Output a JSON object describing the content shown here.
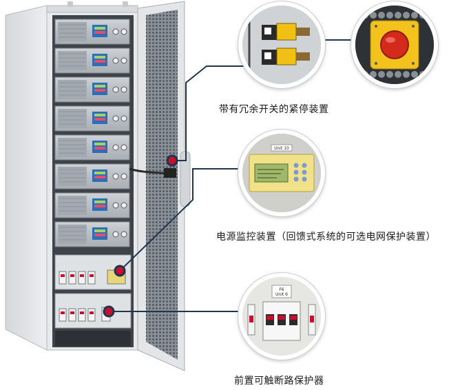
{
  "callouts": {
    "emergency_stop": {
      "label": "带有冗余开关的紧停装置"
    },
    "monitor": {
      "label": "电源监控装置（回馈式系统的可选电网保护装置）",
      "unit_tag": "Unit 10"
    },
    "breaker": {
      "label": "前置可触断路保护器",
      "tag_line1": "F6",
      "tag_line2": "Unit 6"
    }
  },
  "colors": {
    "connector": "#1f3450",
    "dot": "#c8102e",
    "cabinet": "#e3e5e7",
    "door_mesh": "#6c7178",
    "estop_red": "#d42a1c",
    "estop_yellow": "#f3c21c"
  }
}
